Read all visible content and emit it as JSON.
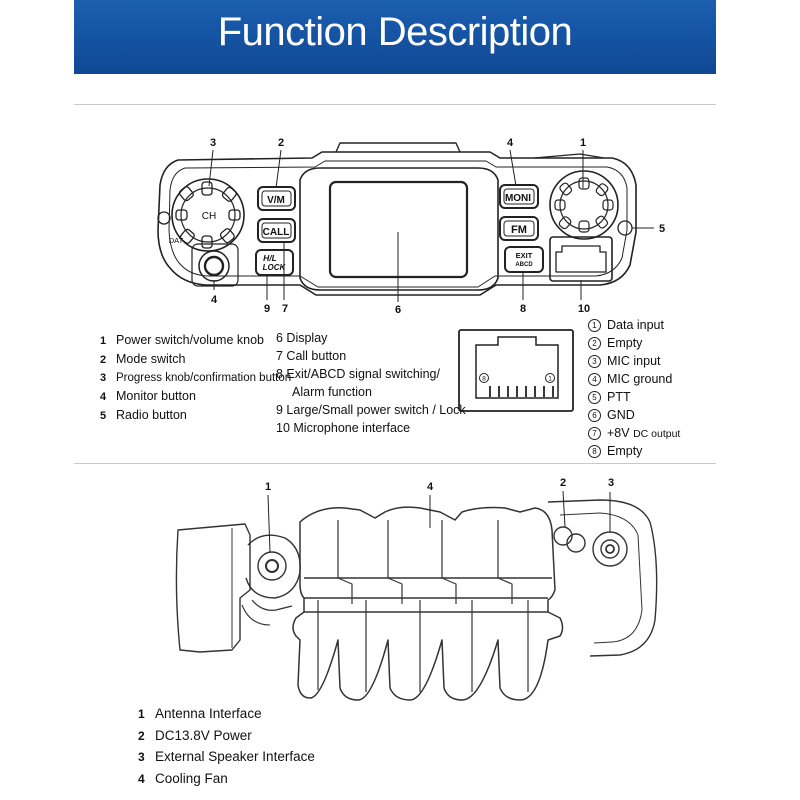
{
  "header": {
    "title": "Function Description"
  },
  "front_panel": {
    "callouts": [
      "3",
      "2",
      "4",
      "1",
      "5",
      "4",
      "9",
      "7",
      "6",
      "8",
      "10"
    ],
    "buttons": {
      "vm": "V/M",
      "call": "CALL",
      "hl_lock_top": "H/L",
      "hl_lock_bottom": "LOCK",
      "moni": "MONI",
      "fm": "FM",
      "exit_top": "EXIT",
      "exit_bottom": "ABCD",
      "ch": "CH",
      "dat": "DAT"
    },
    "legend_left": [
      {
        "num": "1",
        "text": "Power switch/volume knob"
      },
      {
        "num": "2",
        "text": "Mode switch"
      },
      {
        "num": "3",
        "text": "Progress knob/confirmation button"
      },
      {
        "num": "4",
        "text": "Monitor button"
      },
      {
        "num": "5",
        "text": "Radio button"
      }
    ],
    "legend_mid": [
      {
        "text": "6  Display"
      },
      {
        "text": "7  Call button"
      },
      {
        "text": "8  Exit/ABCD signal switching/"
      },
      {
        "text": "Alarm function"
      },
      {
        "text": "9 Large/Small power switch / Lock"
      },
      {
        "text": "10 Microphone interface"
      }
    ],
    "connector_pin_labels": [
      "8",
      "1"
    ],
    "pins": [
      {
        "num": "1",
        "text": "Data input"
      },
      {
        "num": "2",
        "text": "Empty"
      },
      {
        "num": "3",
        "text": "MIC input"
      },
      {
        "num": "4",
        "text": "MIC ground"
      },
      {
        "num": "5",
        "text": "PTT"
      },
      {
        "num": "6",
        "text": "GND"
      },
      {
        "num": "7",
        "text": "+8V",
        "small": "DC output"
      },
      {
        "num": "8",
        "text": "Empty"
      }
    ]
  },
  "rear_panel": {
    "callouts": [
      "1",
      "4",
      "2",
      "3"
    ],
    "legend": [
      {
        "num": "1",
        "text": "Antenna Interface"
      },
      {
        "num": "2",
        "text": "DC13.8V Power"
      },
      {
        "num": "3",
        "text": "External Speaker Interface"
      },
      {
        "num": "4",
        "text": "Cooling Fan"
      }
    ]
  }
}
